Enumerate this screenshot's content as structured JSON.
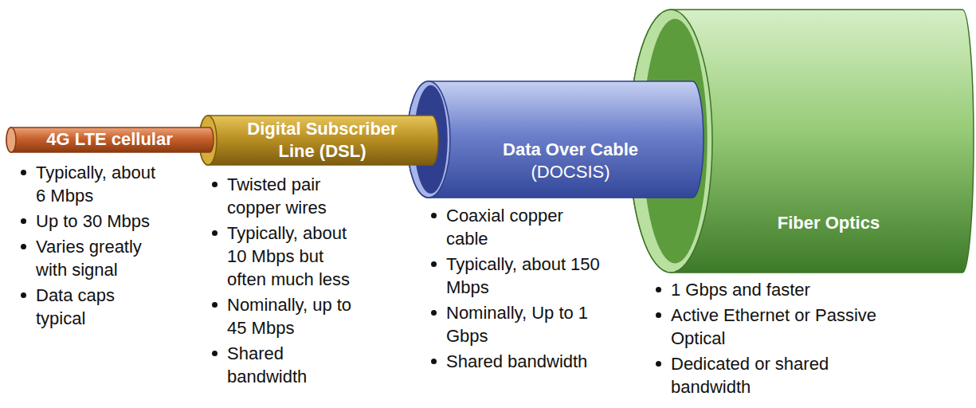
{
  "diagram": {
    "nodes": [
      {
        "text": [
          "4G LTE cellular"
        ]
      },
      {
        "text": [
          "Digital Subscriber Line (DSL)"
        ]
      },
      {
        "text": [
          "Data Over Cable",
          "(DOCSIS)"
        ]
      },
      {
        "text": [
          "Fiber Optics"
        ]
      }
    ],
    "labels": [
      "Typically, about 6 Mbps",
      "Up to 30 Mbps",
      "Varies greatly with signal",
      "Data caps typical",
      "Twisted pair copper wires",
      "Typically, about 10 Mbps but often much less",
      "Nominally, up to 45 Mbps",
      "Shared bandwidth",
      "Coaxial copper cable",
      "Typically, about 150 Mbps",
      "Nominally, Up to 1 Gbps",
      "Shared bandwidth",
      "1 Gbps and faster",
      "Active Ethernet or Passive Optical",
      "Dedicated or shared bandwidth"
    ]
  }
}
